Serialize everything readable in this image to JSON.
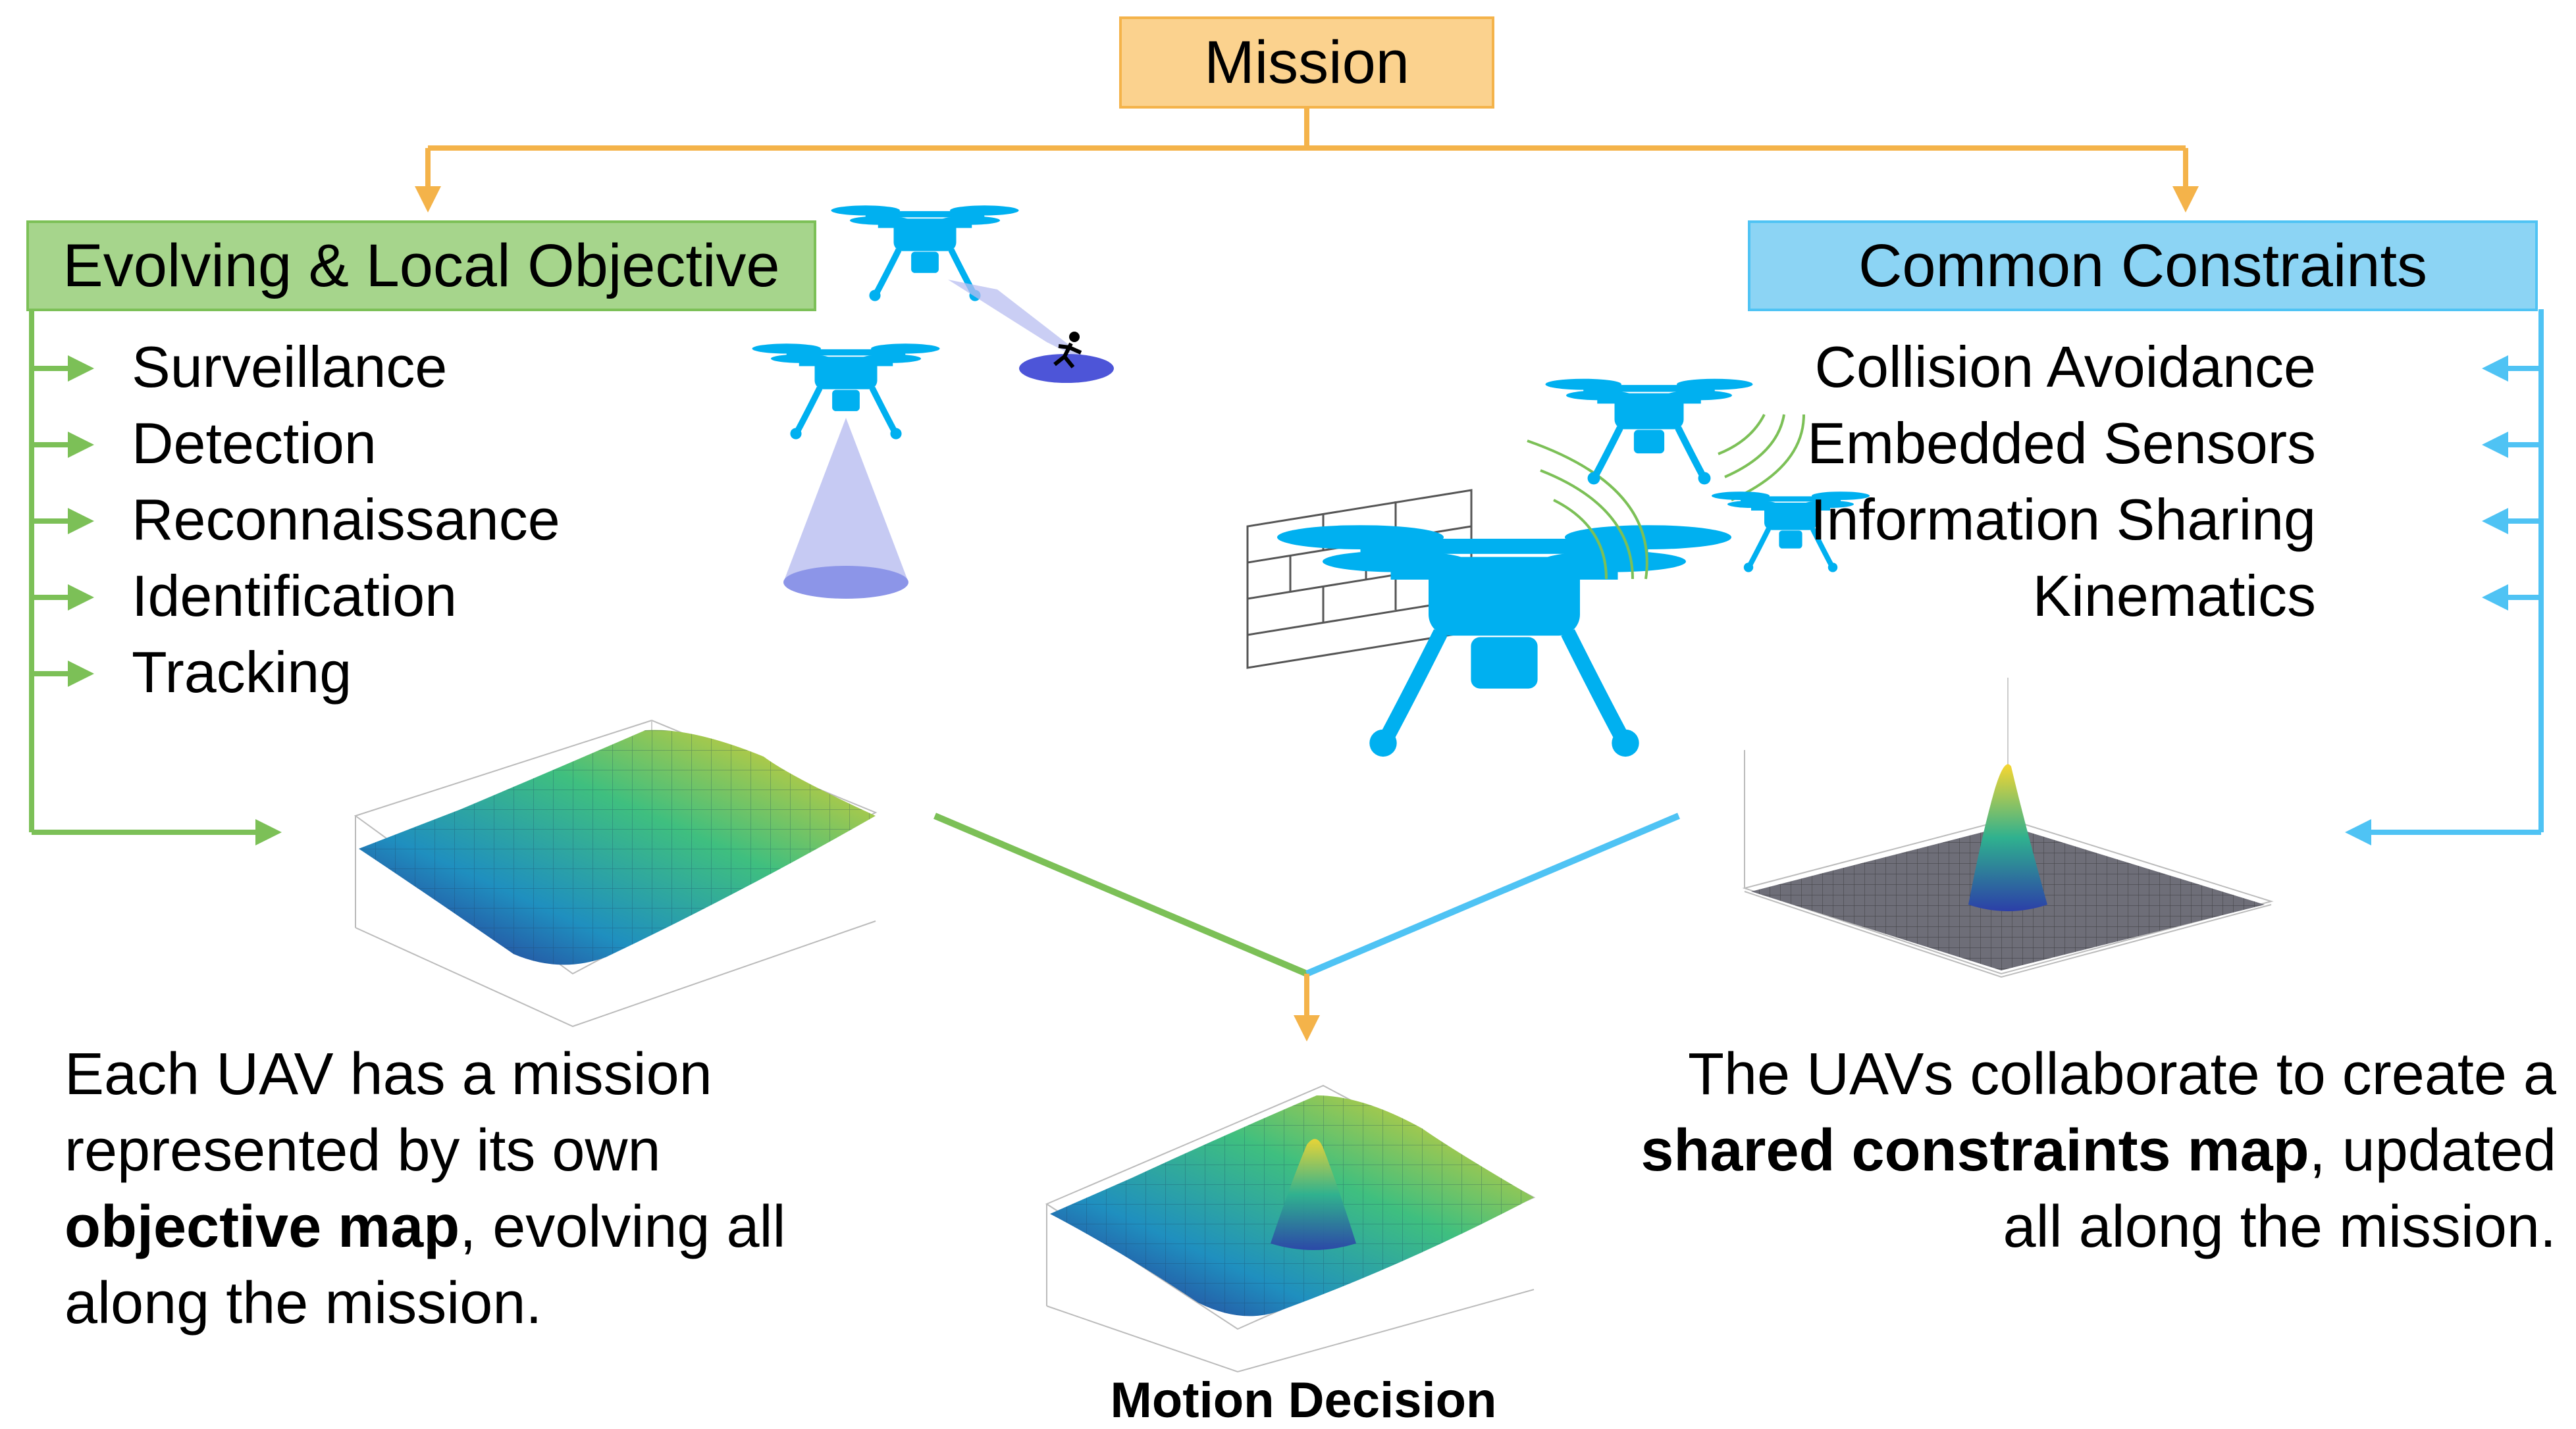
{
  "mission": {
    "label": "Mission"
  },
  "objective": {
    "title": "Evolving & Local Objective",
    "items": [
      "Surveillance",
      "Detection",
      "Reconnaissance",
      "Identification",
      "Tracking"
    ],
    "description": {
      "part1": "Each UAV has a mission represented by its own ",
      "bold": "objective map",
      "part2": ", evolving all along the mission."
    }
  },
  "constraints": {
    "title": "Common Constraints",
    "items": [
      "Collision Avoidance",
      "Embedded Sensors",
      "Information Sharing",
      "Kinematics"
    ],
    "description": {
      "part1": "The UAVs collaborate to create a ",
      "bold": "shared constraints map",
      "part2": ", updated all along the mission."
    }
  },
  "motion": {
    "label": "Motion Decision"
  },
  "colors": {
    "mission": "#fbd28e",
    "mission_border": "#f4b34a",
    "objective": "#a6d58c",
    "objective_line": "#7cc057",
    "constraints": "#8cd4f4",
    "constraints_line": "#4fc3f4",
    "drone": "#00b0f0"
  },
  "icons": [
    "drone-icon",
    "wall-icon",
    "running-person-icon",
    "wifi-signal-icon",
    "surface-plot-icon"
  ]
}
